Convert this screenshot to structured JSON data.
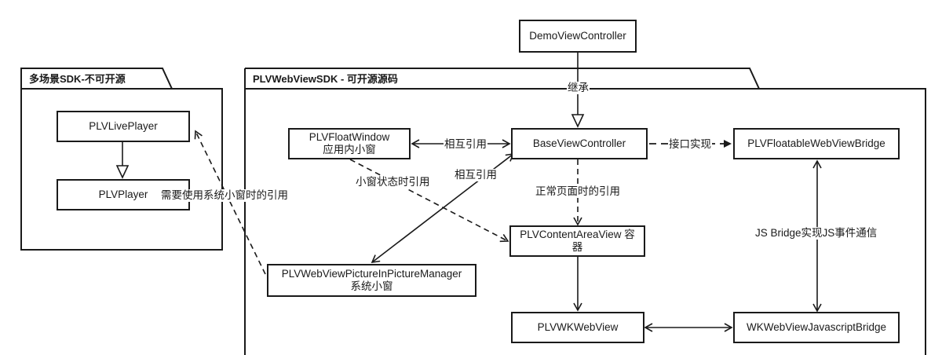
{
  "packages": {
    "closed": {
      "title": "多场景SDK-不可开源"
    },
    "open": {
      "title": "PLVWebViewSDK - 可开源源码"
    }
  },
  "nodes": {
    "demo_vc": {
      "line1": "DemoViewController"
    },
    "live_player": {
      "line1": "PLVLivePlayer"
    },
    "player": {
      "line1": "PLVPlayer"
    },
    "float_window": {
      "line1": "PLVFloatWindow",
      "line2": "应用内小窗"
    },
    "base_vc": {
      "line1": "BaseViewController"
    },
    "bridge": {
      "line1": "PLVFloatableWebViewBridge"
    },
    "content_area": {
      "line1": "PLVContentAreaView 容",
      "line2": "器"
    },
    "pip_manager": {
      "line1": "PLVWebViewPictureInPictureManager",
      "line2": "系统小窗"
    },
    "wk_webview": {
      "line1": "PLVWKWebView"
    },
    "js_bridge": {
      "line1": "WKWebViewJavascriptBridge"
    }
  },
  "labels": {
    "inherit": "继承",
    "mutual_ref_1": "相互引用",
    "mutual_ref_2": "相互引用",
    "interface_impl": "接口实现",
    "small_window_ref": "小窗状态时引用",
    "normal_page_ref": "正常页面时的引用",
    "system_window_ref": "需要使用系统小窗时的引用",
    "js_bridge_comm": "JS Bridge实现JS事件通信"
  }
}
